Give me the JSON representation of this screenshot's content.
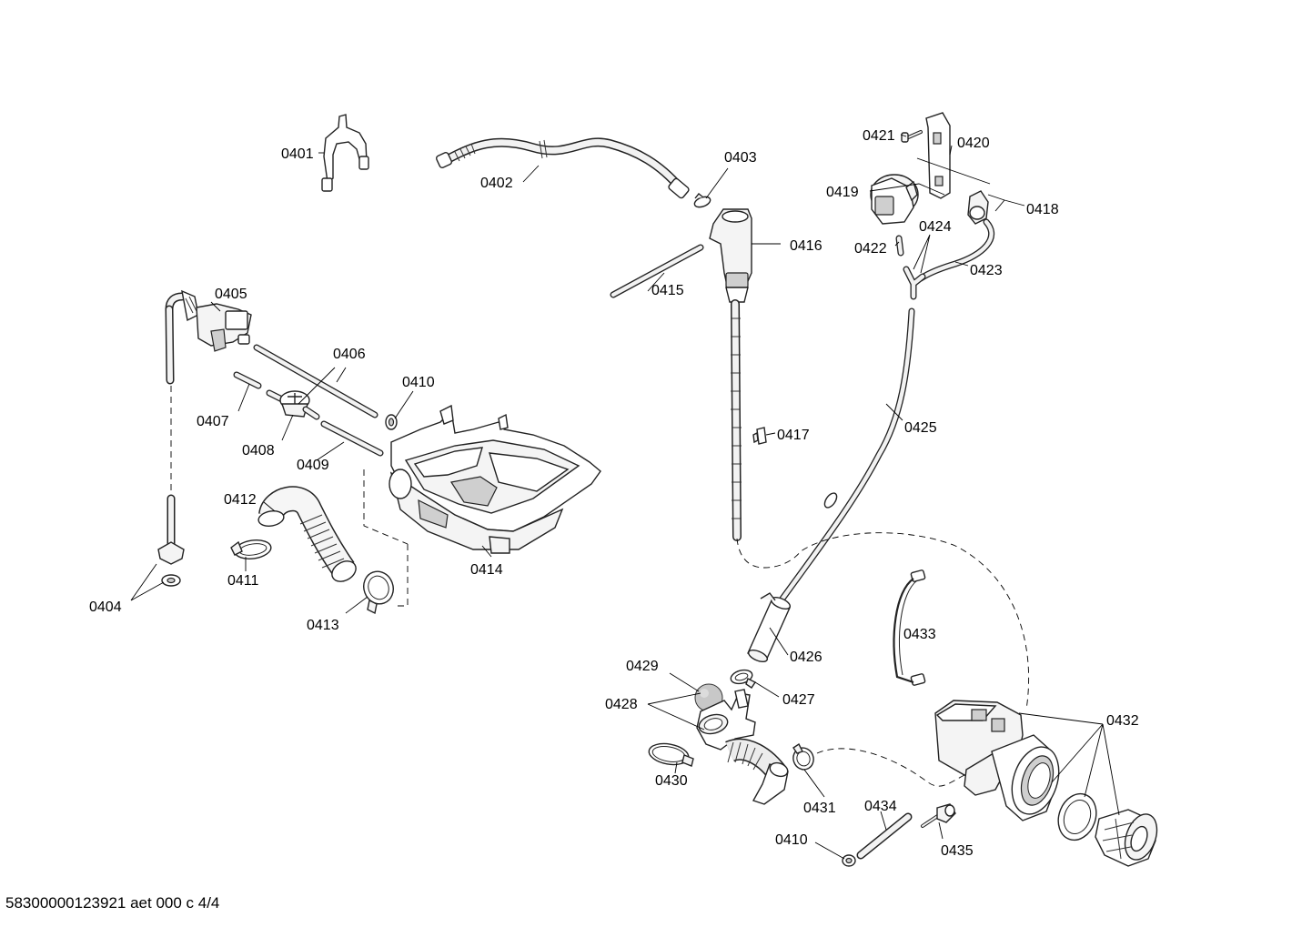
{
  "labels": {
    "p0401": "0401",
    "p0402": "0402",
    "p0403": "0403",
    "p0404": "0404",
    "p0405": "0405",
    "p0406": "0406",
    "p0407": "0407",
    "p0408": "0408",
    "p0409": "0409",
    "p0410a": "0410",
    "p0410b": "0410",
    "p0411": "0411",
    "p0412": "0412",
    "p0413": "0413",
    "p0414": "0414",
    "p0415": "0415",
    "p0416": "0416",
    "p0417": "0417",
    "p0418": "0418",
    "p0419": "0419",
    "p0420": "0420",
    "p0421": "0421",
    "p0422": "0422",
    "p0423": "0423",
    "p0424": "0424",
    "p0425": "0425",
    "p0426": "0426",
    "p0427": "0427",
    "p0428": "0428",
    "p0429": "0429",
    "p0430": "0430",
    "p0431": "0431",
    "p0432": "0432",
    "p0433": "0433",
    "p0434": "0434",
    "p0435": "0435"
  },
  "footer": "58300000123921 aet 000 c 4/4"
}
